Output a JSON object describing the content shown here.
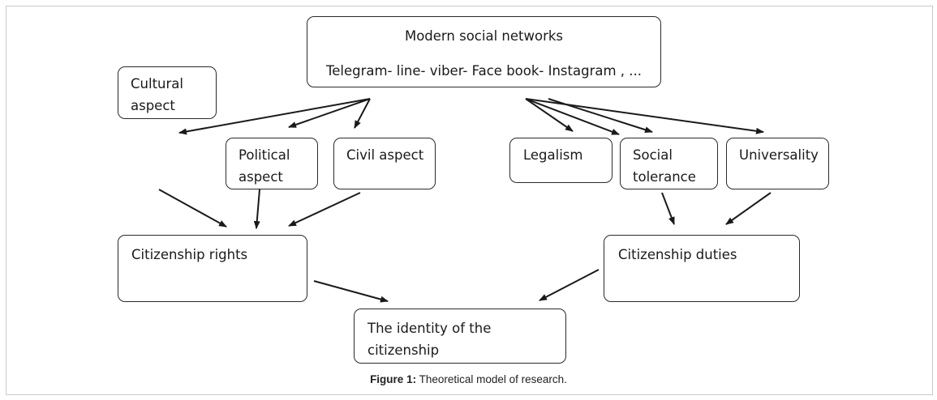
{
  "figure": {
    "top_box": {
      "title": "Modern social networks",
      "subtitle": "Telegram- line- viber- Face book- Instagram , ..."
    },
    "boxes": {
      "cultural": [
        "Cultural",
        "aspect"
      ],
      "political": [
        "Political",
        "aspect"
      ],
      "civil": [
        "Civil aspect"
      ],
      "legalism": [
        "Legalism"
      ],
      "social_tolerance": [
        "Social",
        "tolerance"
      ],
      "universality": [
        "Universality"
      ],
      "citizenship_rights": [
        "Citizenship rights"
      ],
      "citizenship_duties": [
        "Citizenship duties"
      ],
      "identity": [
        "The identity of the citizenship"
      ]
    },
    "caption": {
      "label": "Figure 1:",
      "text": " Theoretical model of research."
    }
  },
  "colors": {
    "stroke": "#1a1a1a",
    "frame": "#c9c9c9"
  }
}
